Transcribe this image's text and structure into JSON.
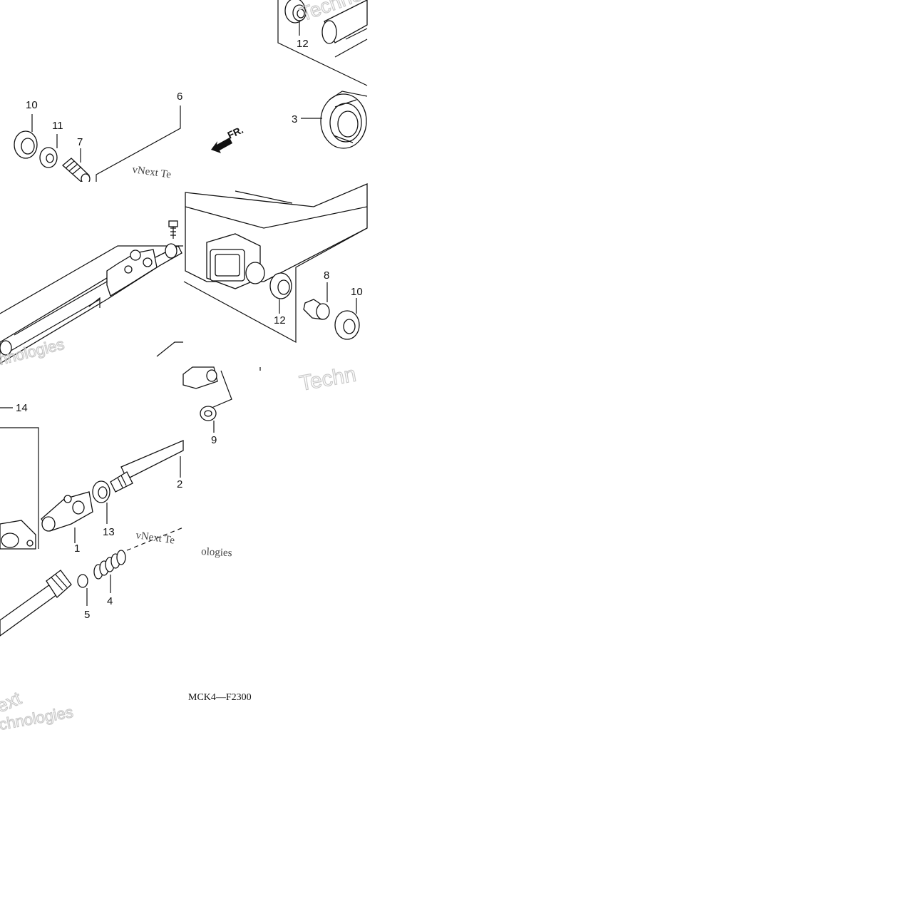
{
  "diagram": {
    "code": "MCK4—F2300",
    "direction_label": "FR.",
    "callouts": {
      "n12a": "12",
      "n3": "3",
      "n10a": "10",
      "n11": "11",
      "n7": "7",
      "n6": "6",
      "n8": "8",
      "n10b": "10",
      "n12b": "12",
      "n9": "9",
      "n14": "14",
      "n2": "2",
      "n13": "13",
      "n1": "1",
      "n5": "5",
      "n4": "4"
    },
    "watermarks": {
      "w1": "Technologies",
      "w2": "vNext Te",
      "w3": "hnologies",
      "w4": "Techn",
      "w5": "vNext Te",
      "w6": "ologies",
      "w7": "ext",
      "w8": "chnologies"
    }
  }
}
